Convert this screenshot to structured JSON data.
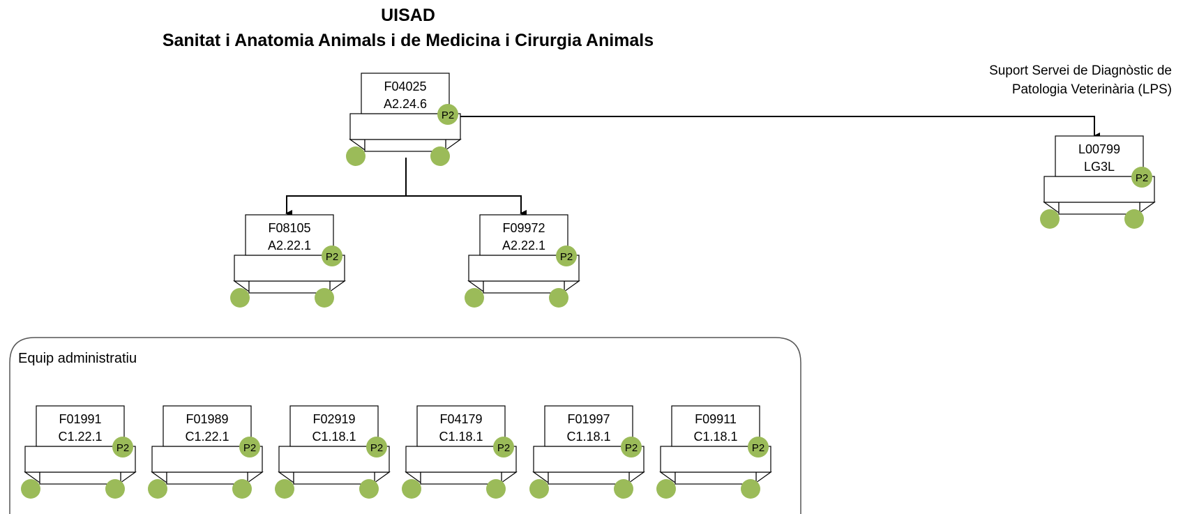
{
  "title": {
    "line1": "UISAD",
    "line2": "Sanitat i Anatomia Animals i de Medicina i Cirurgia Animals"
  },
  "support_label": {
    "line1": "Suport Servei de Diagnòstic de",
    "line2": "Patologia Veterinària (LPS)"
  },
  "team_group": {
    "label": "Equip administratiu"
  },
  "colors": {
    "badge": "#9bbb59",
    "line": "#000000",
    "box_fill": "#ffffff"
  },
  "positions": [
    {
      "code": "F04025",
      "level": "A2.24.6",
      "badge": "P2"
    },
    {
      "code": "F08105",
      "level": "A2.22.1",
      "badge": "P2"
    },
    {
      "code": "F09972",
      "level": "A2.22.1",
      "badge": "P2"
    },
    {
      "code": "L00799",
      "level": "LG3L",
      "badge": "P2"
    },
    {
      "code": "F01991",
      "level": "C1.22.1",
      "badge": "P2"
    },
    {
      "code": "F01989",
      "level": "C1.22.1",
      "badge": "P2"
    },
    {
      "code": "F02919",
      "level": "C1.18.1",
      "badge": "P2"
    },
    {
      "code": "F04179",
      "level": "C1.18.1",
      "badge": "P2"
    },
    {
      "code": "F01997",
      "level": "C1.18.1",
      "badge": "P2"
    },
    {
      "code": "F09911",
      "level": "C1.18.1",
      "badge": "P2"
    }
  ]
}
